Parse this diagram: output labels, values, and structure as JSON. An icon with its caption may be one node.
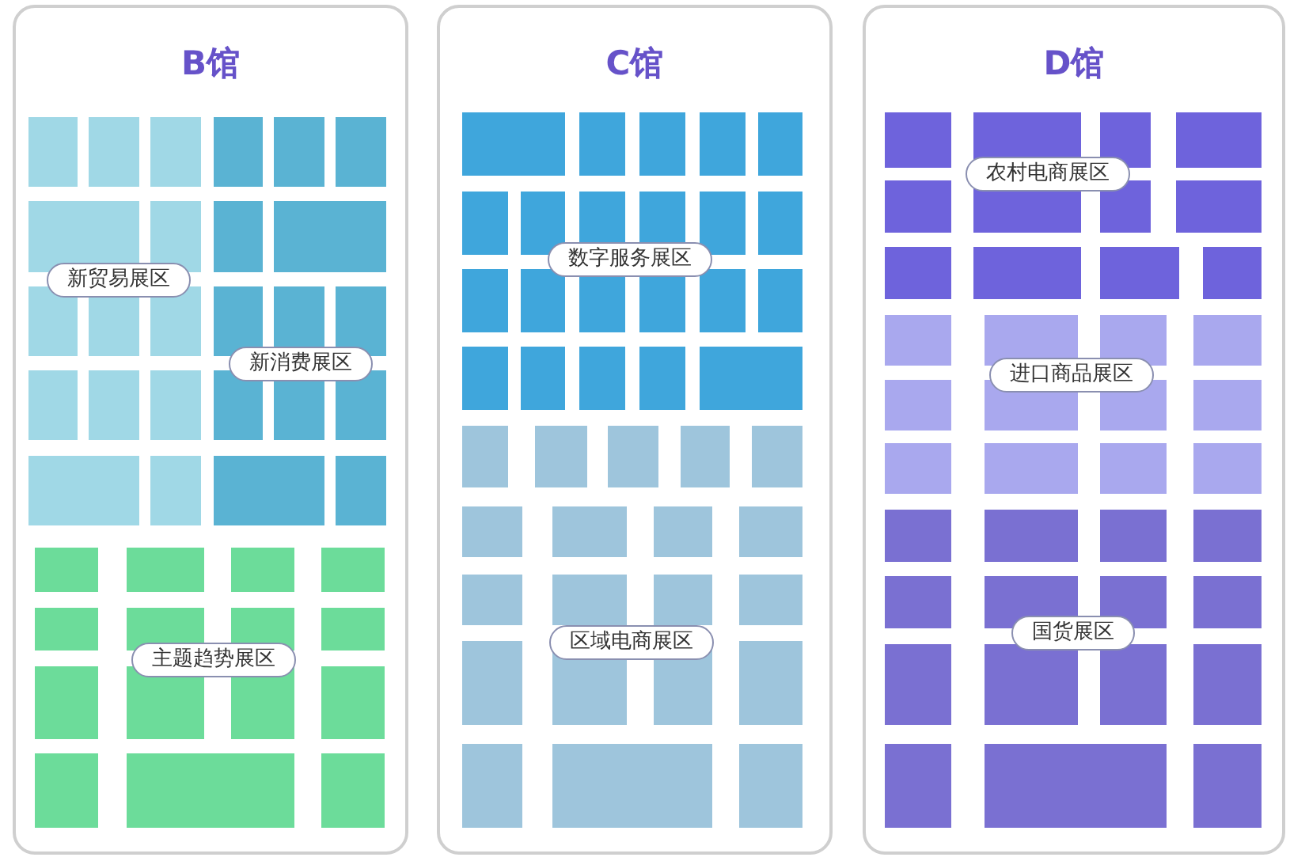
{
  "diagram": {
    "nodes": [
      {
        "text": [
          "B馆"
        ]
      },
      {
        "text": [
          "新贸易展区"
        ],
        "in": 0
      },
      {
        "text": [
          "新消费展区"
        ],
        "in": 0
      },
      {
        "text": [
          "主题趋势展区"
        ],
        "in": 0
      },
      {
        "text": [
          "C馆"
        ]
      },
      {
        "text": [
          "数字服务展区"
        ],
        "in": 4
      },
      {
        "text": [
          "区域电商展区"
        ],
        "in": 4
      },
      {
        "text": [
          "D馆"
        ]
      },
      {
        "text": [
          "农村电商展区"
        ],
        "in": 7
      },
      {
        "text": [
          "进口商品展区"
        ],
        "in": 7
      },
      {
        "text": [
          "国货展区"
        ],
        "in": 7
      }
    ]
  }
}
